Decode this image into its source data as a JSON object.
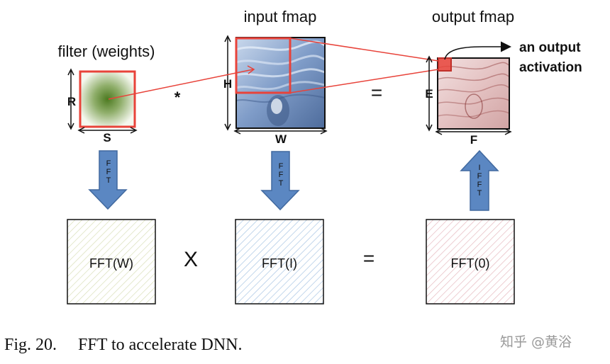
{
  "filter": {
    "title": "filter (weights)",
    "height_label": "R",
    "width_label": "S"
  },
  "input": {
    "title": "input fmap",
    "height_label": "H",
    "width_label": "W"
  },
  "output": {
    "title": "output fmap",
    "height_label": "E",
    "width_label": "F",
    "activation_label": "an output activation"
  },
  "operators": {
    "convolve": "*",
    "equals": "=",
    "multiply": "X",
    "equals_bottom": "="
  },
  "arrows": {
    "fft_filter": "FFT",
    "fft_input": "FFT",
    "ifft_output": "IFFT"
  },
  "boxes": {
    "fft_w": "FFT(W)",
    "fft_i": "FFT(I)",
    "fft_o": "FFT(0)"
  },
  "caption": {
    "figure": "Fig. 20.",
    "text": "FFT to accelerate DNN."
  },
  "watermark": "知乎 @黄浴",
  "colors": {
    "filter_frame": "#e8433a",
    "input_tint": "#9bb3d6",
    "output_tint": "#c98b8b",
    "arrow_fill": "#5b87c2",
    "fft_w_hatch": "#d9dfb8",
    "fft_i_hatch": "#a9c6e4",
    "fft_o_hatch": "#e6b9bf"
  }
}
